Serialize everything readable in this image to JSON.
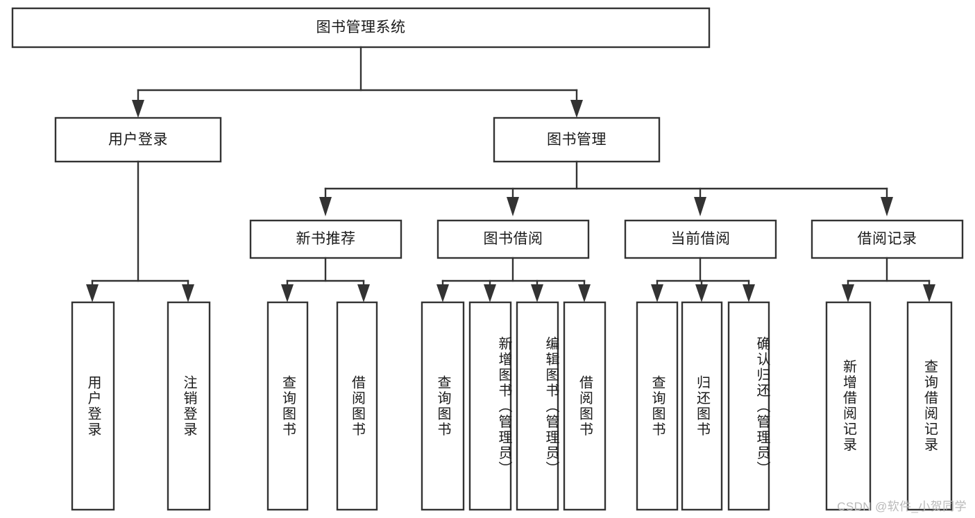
{
  "diagram": {
    "type": "tree-hierarchy-diagram",
    "title": "图书管理系统",
    "watermark": "CSDN @软件_小贺同学",
    "colors": {
      "stroke": "#333333",
      "fill": "#ffffff",
      "text": "#1a1a1a",
      "watermark": "#b9b9b9"
    },
    "levels": [
      {
        "level": 1,
        "nodes": [
          {
            "id": "root",
            "label": "图书管理系统",
            "orientation": "horizontal"
          }
        ]
      },
      {
        "level": 2,
        "nodes": [
          {
            "id": "login",
            "label": "用户登录",
            "orientation": "horizontal",
            "parent": "root"
          },
          {
            "id": "bookmgmt",
            "label": "图书管理",
            "orientation": "horizontal",
            "parent": "root"
          }
        ]
      },
      {
        "level": 3,
        "nodes": [
          {
            "id": "newbook",
            "label": "新书推荐",
            "orientation": "horizontal",
            "parent": "bookmgmt"
          },
          {
            "id": "borrow",
            "label": "图书借阅",
            "orientation": "horizontal",
            "parent": "bookmgmt"
          },
          {
            "id": "current",
            "label": "当前借阅",
            "orientation": "horizontal",
            "parent": "bookmgmt"
          },
          {
            "id": "record",
            "label": "借阅记录",
            "orientation": "horizontal",
            "parent": "bookmgmt"
          }
        ]
      },
      {
        "level": 4,
        "nodes": [
          {
            "id": "leaf1",
            "label": "用户登录",
            "orientation": "vertical",
            "parent": "login"
          },
          {
            "id": "leaf2",
            "label": "注销登录",
            "orientation": "vertical",
            "parent": "login"
          },
          {
            "id": "leaf3",
            "label": "查询图书",
            "orientation": "vertical",
            "parent": "newbook"
          },
          {
            "id": "leaf4",
            "label": "借阅图书",
            "orientation": "vertical",
            "parent": "newbook"
          },
          {
            "id": "leaf5",
            "label": "查询图书",
            "orientation": "vertical",
            "parent": "borrow"
          },
          {
            "id": "leaf6",
            "label": "新增图书（管理员）",
            "orientation": "vertical",
            "parent": "borrow"
          },
          {
            "id": "leaf7",
            "label": "编辑图书（管理员）",
            "orientation": "vertical",
            "parent": "borrow"
          },
          {
            "id": "leaf8",
            "label": "借阅图书",
            "orientation": "vertical",
            "parent": "borrow"
          },
          {
            "id": "leaf9",
            "label": "查询图书",
            "orientation": "vertical",
            "parent": "current"
          },
          {
            "id": "leaf10",
            "label": "归还图书",
            "orientation": "vertical",
            "parent": "current"
          },
          {
            "id": "leaf11",
            "label": "确认归还（管理员）",
            "orientation": "vertical",
            "parent": "current"
          },
          {
            "id": "leaf12",
            "label": "新增借阅记录",
            "orientation": "vertical",
            "parent": "record"
          },
          {
            "id": "leaf13",
            "label": "查询借阅记录",
            "orientation": "vertical",
            "parent": "record"
          }
        ]
      }
    ]
  }
}
